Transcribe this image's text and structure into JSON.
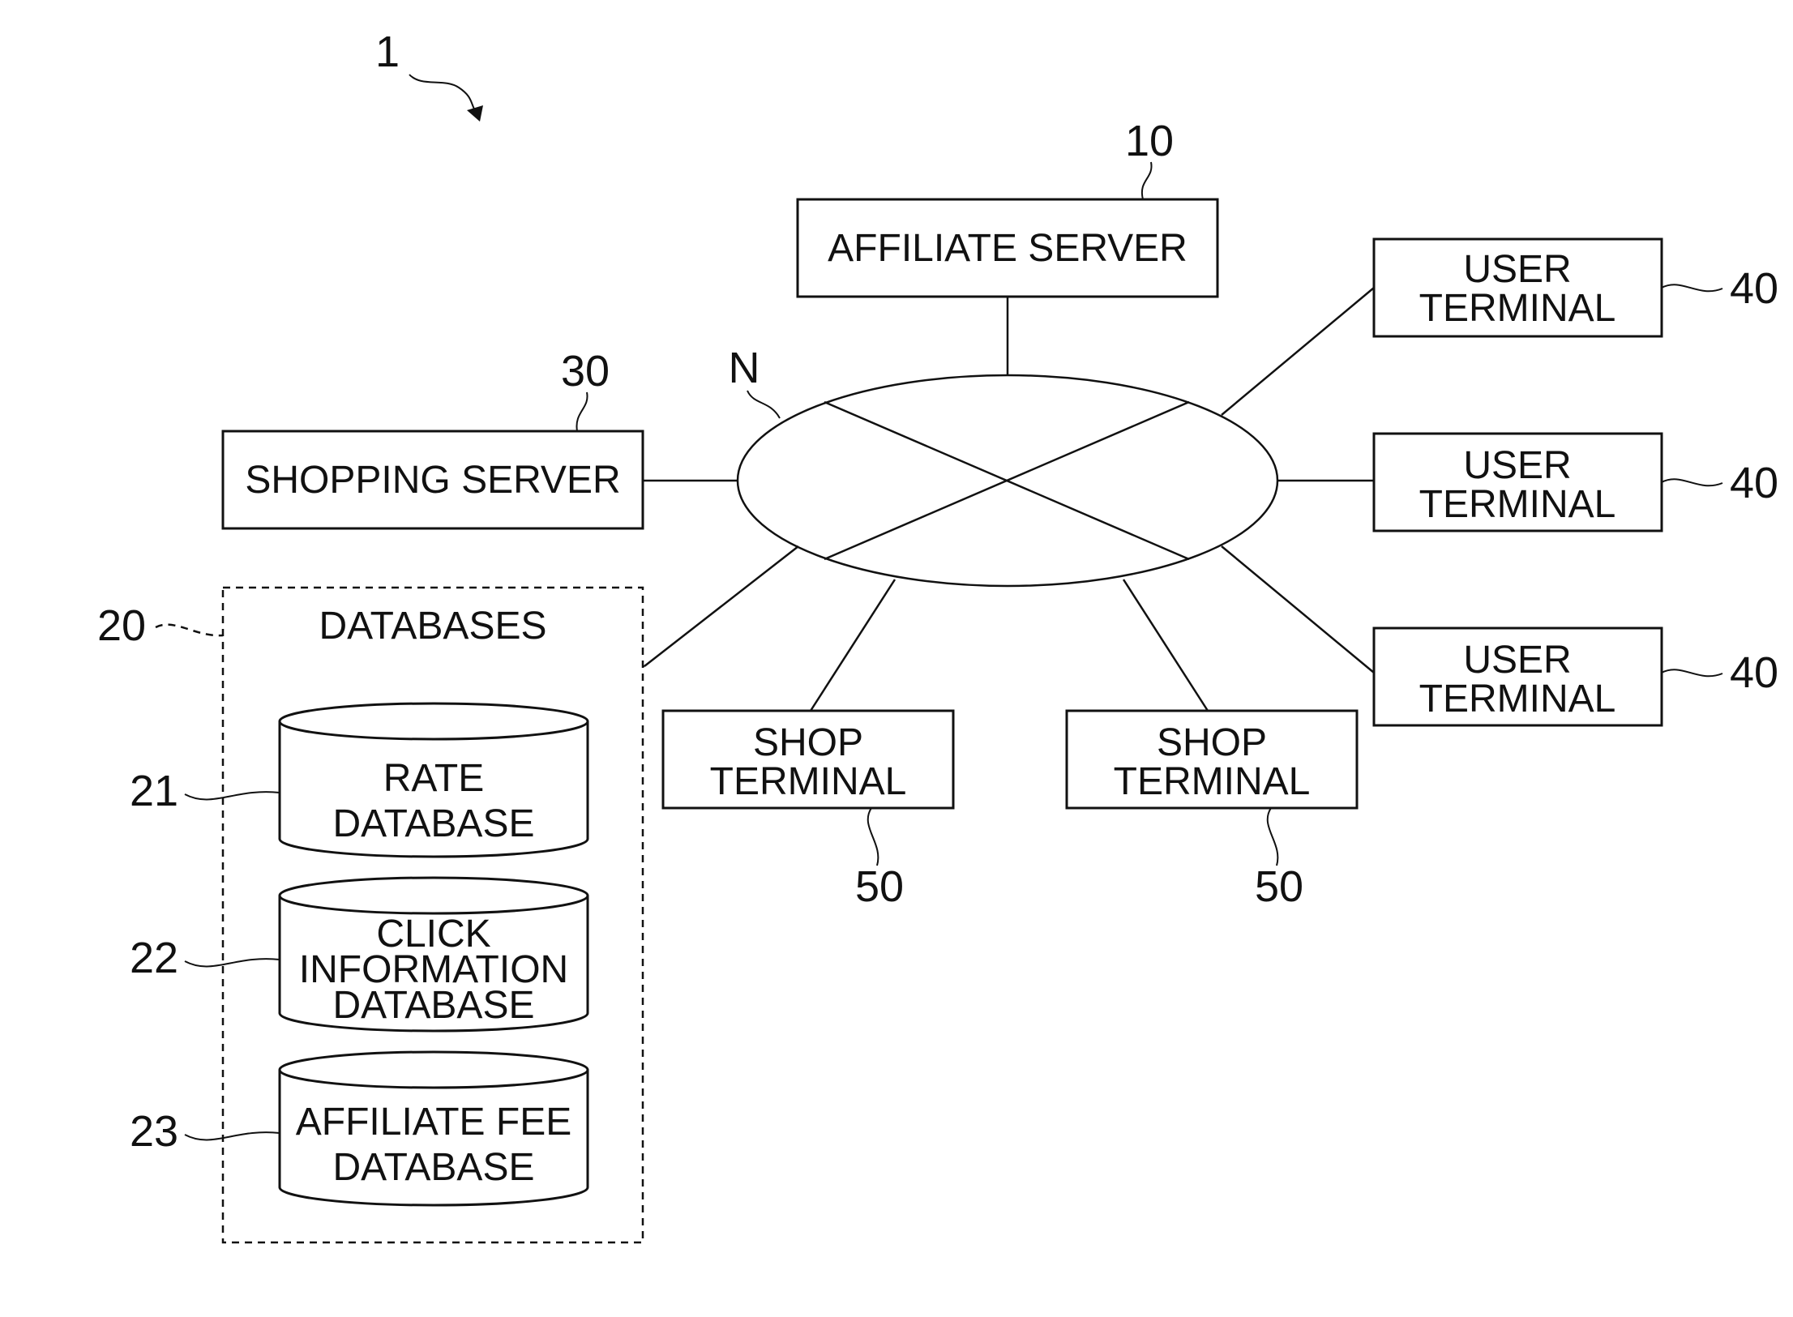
{
  "figure": {
    "system_ref": "1",
    "network_ref": "N",
    "affiliate_server": {
      "ref": "10",
      "label": "AFFILIATE SERVER"
    },
    "shopping_server": {
      "ref": "30",
      "label": "SHOPPING SERVER"
    },
    "databases": {
      "ref": "20",
      "title": "DATABASES",
      "items": [
        {
          "ref": "21",
          "lines": [
            "RATE",
            "DATABASE"
          ]
        },
        {
          "ref": "22",
          "lines": [
            "CLICK",
            "INFORMATION",
            "DATABASE"
          ]
        },
        {
          "ref": "23",
          "lines": [
            "AFFILIATE FEE",
            "DATABASE"
          ]
        }
      ]
    },
    "user_terminals": [
      {
        "ref": "40",
        "lines": [
          "USER",
          "TERMINAL"
        ]
      },
      {
        "ref": "40",
        "lines": [
          "USER",
          "TERMINAL"
        ]
      },
      {
        "ref": "40",
        "lines": [
          "USER",
          "TERMINAL"
        ]
      }
    ],
    "shop_terminals": [
      {
        "ref": "50",
        "lines": [
          "SHOP",
          "TERMINAL"
        ]
      },
      {
        "ref": "50",
        "lines": [
          "SHOP",
          "TERMINAL"
        ]
      }
    ]
  }
}
